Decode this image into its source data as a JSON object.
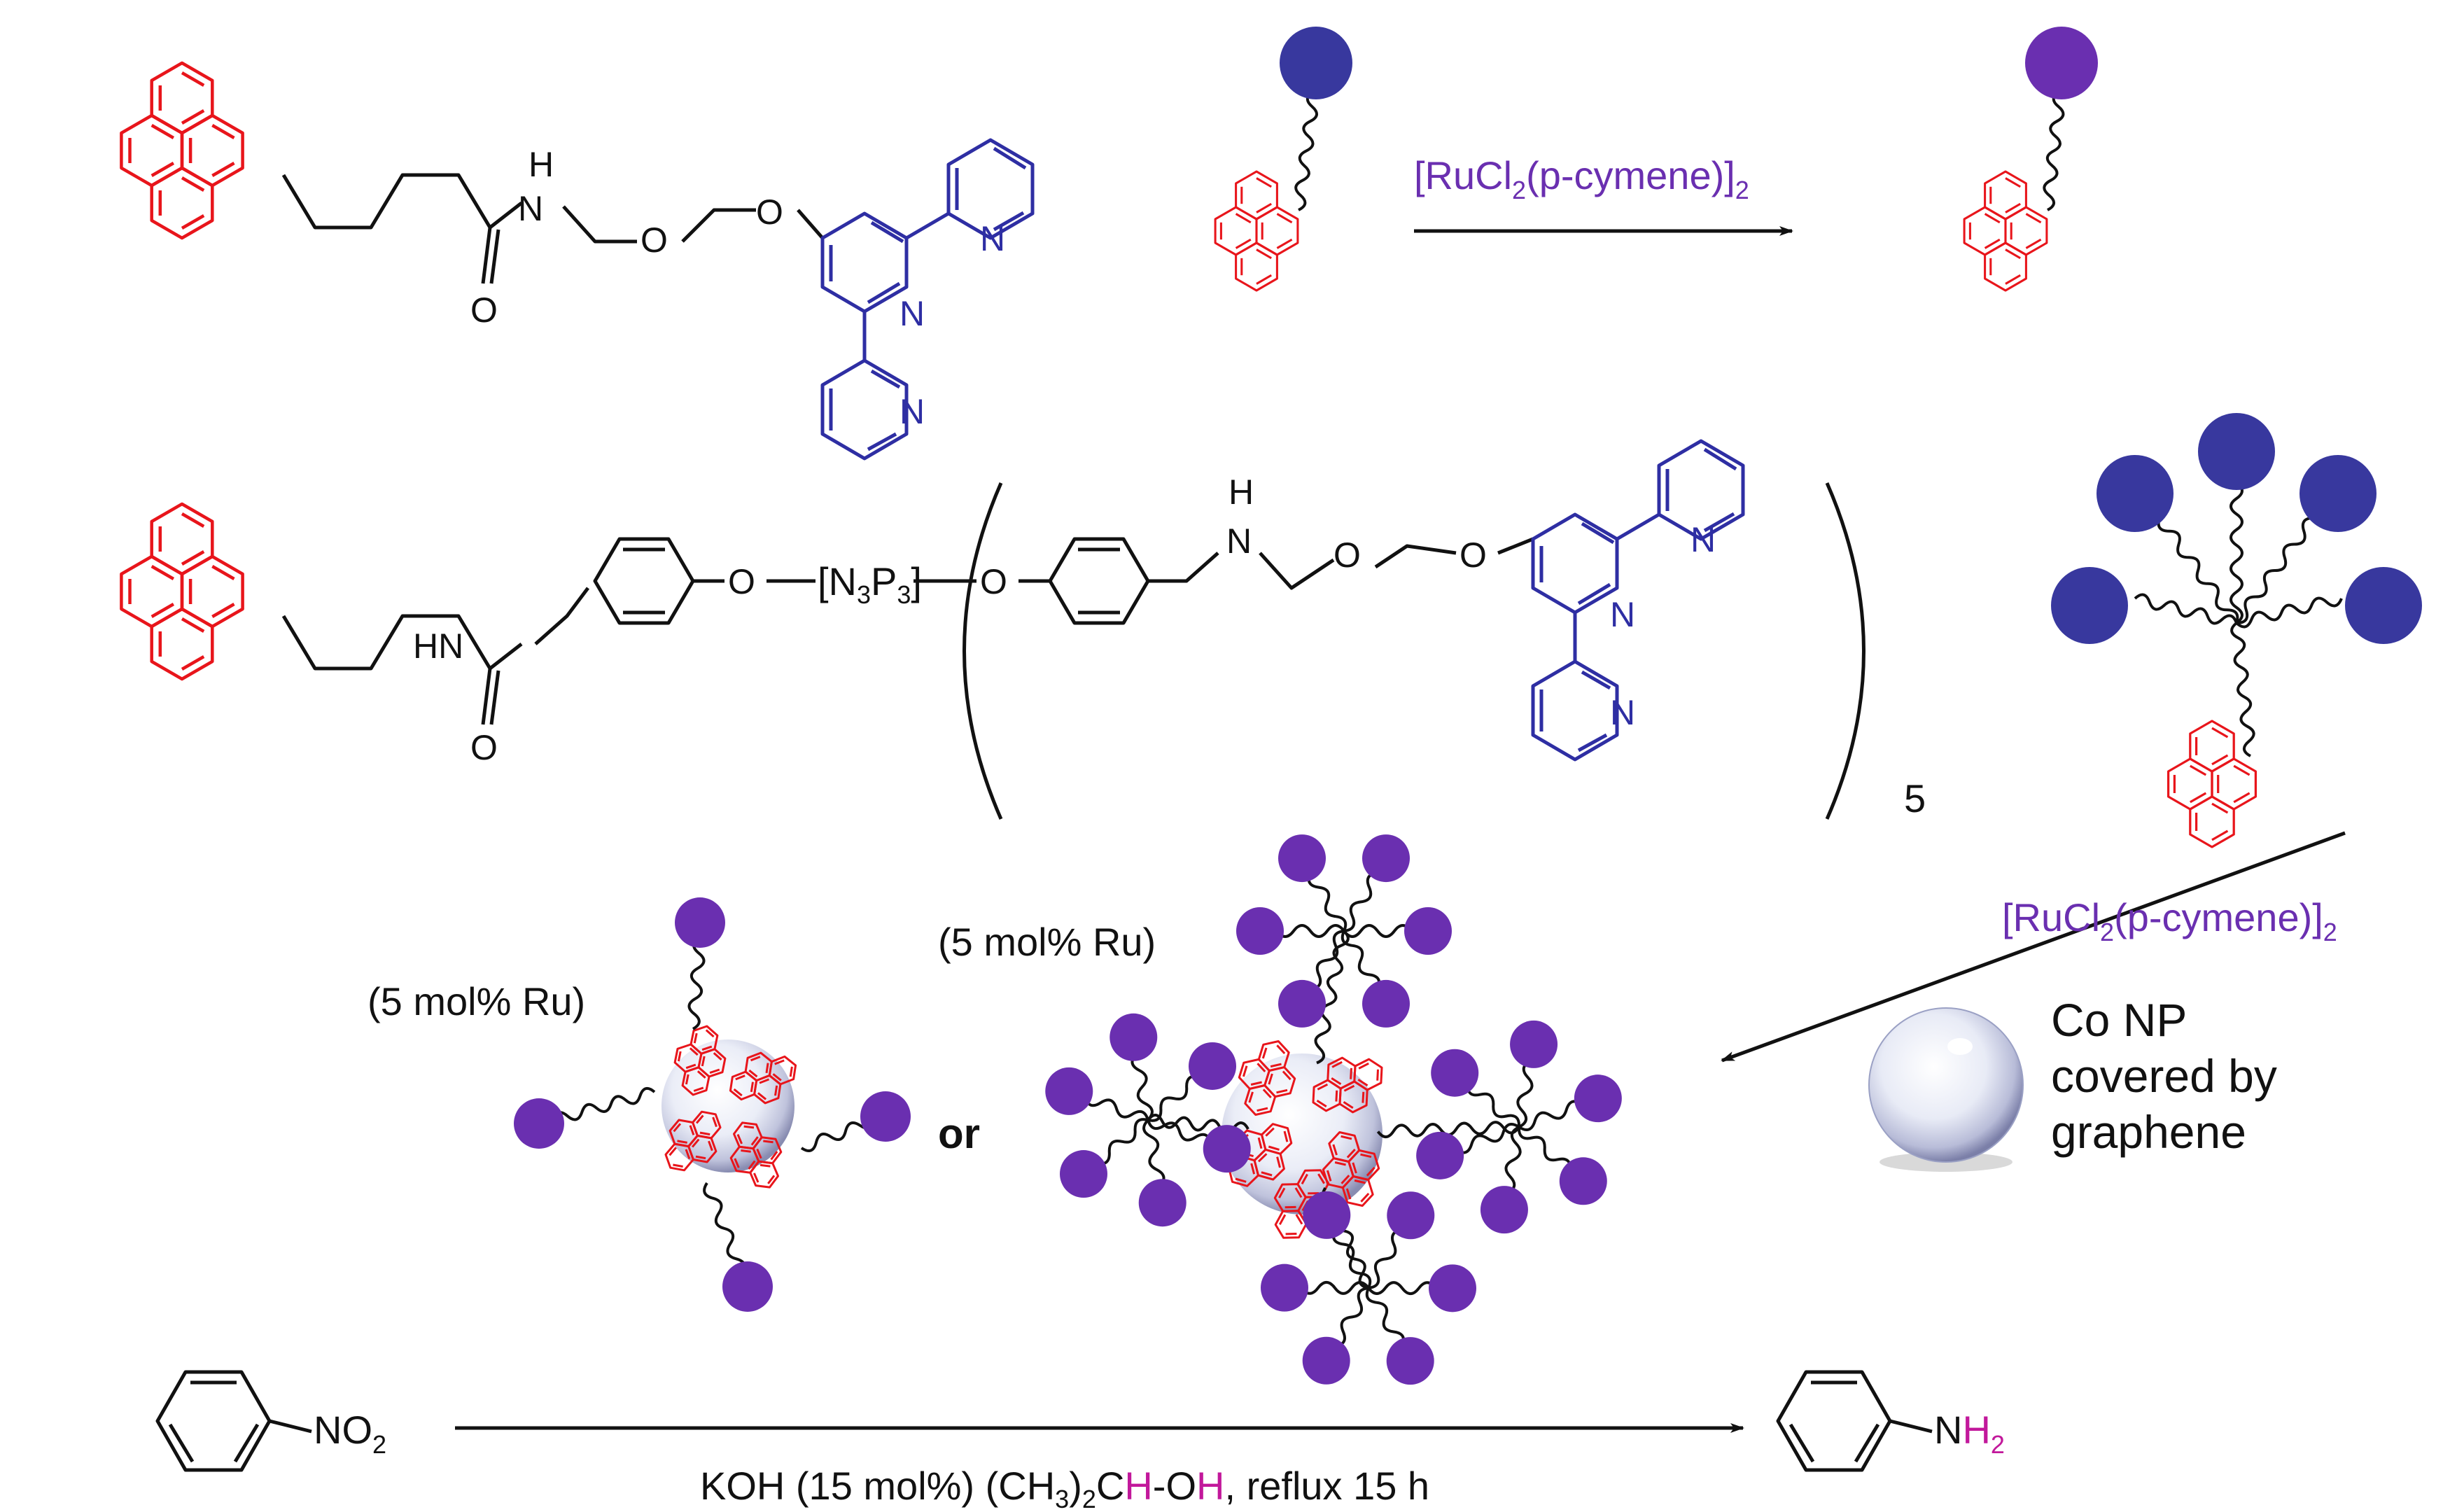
{
  "atoms": {
    "nh": "H",
    "n_amide": "N",
    "o_ether1": "O",
    "o_ether2": "O",
    "o_carbonyl": "O",
    "n_pyr_top": "N",
    "n_pyr_mid": "N",
    "n_pyr_bot": "N",
    "hn2": "HN",
    "o_carbonyl2": "O",
    "o_link1": "O",
    "o_link2": "O",
    "h2": "H",
    "n2": "N",
    "o_ether3": "O",
    "o_ether4": "O",
    "n2_pyr_top": "N",
    "n2_pyr_mid": "N",
    "n2_pyr_bot": "N"
  },
  "phosphazene": {
    "open": "[N",
    "sub1": "3",
    "mid": "P",
    "sub2": "3",
    "close": "]"
  },
  "repeat_count": "5",
  "reagent_top": {
    "main": "[RuCl",
    "sub": "2",
    "rest": "(p-cymene)]",
    "sub2": "2"
  },
  "reagent_right": {
    "main": "[RuCl",
    "sub": "2",
    "rest": "(p-cymene)]",
    "sub2": "2"
  },
  "loading_left": "(5 mol% Ru)",
  "loading_center": "(5 mol% Ru)",
  "or_label": "or",
  "co_np": {
    "line1": "Co NP",
    "line2": "covered by",
    "line3": "graphene"
  },
  "bottom_reaction": {
    "reactant": {
      "main": "NO",
      "sub": "2"
    },
    "product": {
      "n": "N",
      "h": "H",
      "sub": "2"
    },
    "conditions": {
      "part1": "KOH (15 mol%) (CH",
      "sub1": "3",
      "part2": ")",
      "sub2": "2",
      "part3": "C",
      "h_mark": "H",
      "part4": "-O",
      "h_mark2": "H",
      "part5": ", reflux 15 h"
    }
  },
  "colors": {
    "pyrene": "#e8151b",
    "terpyridine": "#2e2ea3",
    "ball_blue": "#38389e",
    "ball_purple": "#6a2fb0",
    "highlight_h": "#c2189b",
    "bond": "#111111"
  }
}
